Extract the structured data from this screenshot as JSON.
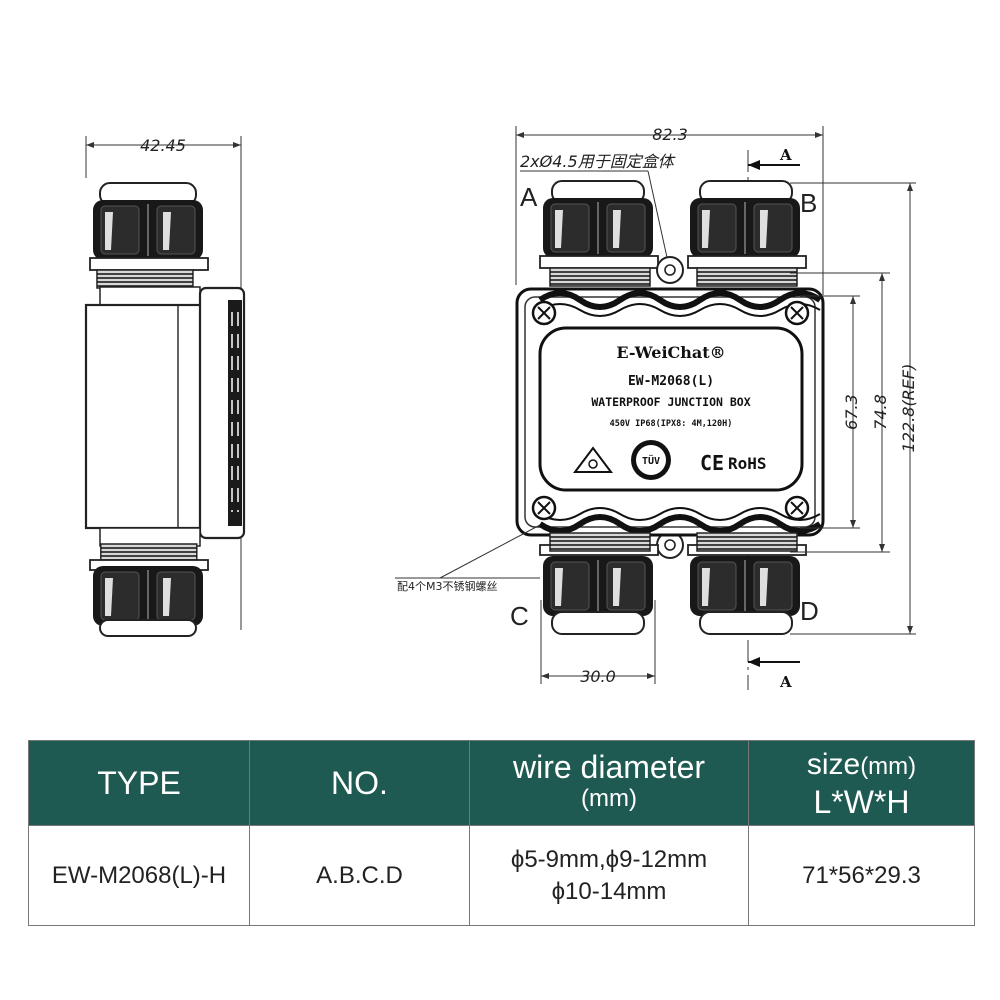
{
  "drawing": {
    "side_view": {
      "width_dim": "42.45"
    },
    "front_view": {
      "dims": {
        "overall_width": "82.3",
        "gland_width": "30.0",
        "body_height": "67.3",
        "outer_height": "74.8",
        "total_height": "122.8(REF)"
      },
      "hole_callout": "2xØ4.5用于固定盒体",
      "screw_callout": "配4个M3不锈钢螺丝",
      "port_labels": [
        "A",
        "B",
        "C",
        "D"
      ],
      "section_marks": [
        "A",
        "A"
      ],
      "label_plate": {
        "brand": "E-WeiChat®",
        "model": "EW-M2068(L)",
        "product": "WATERPROOF JUNCTION BOX",
        "rating": "450V  IP68(IPX8: 4M,120H)",
        "cert_marks": [
          "TÜV",
          "CE",
          "RoHS"
        ]
      }
    }
  },
  "table": {
    "headers": {
      "type": "TYPE",
      "no": "NO.",
      "wire_line1": "wire diameter",
      "wire_line2": "(mm)",
      "size_main": "size",
      "size_unit": "(mm)",
      "size_line2": "L*W*H"
    },
    "row": {
      "type": "EW-M2068(L)-H",
      "no": "A.B.C.D",
      "wire_line1": "ϕ5-9mm,ϕ9-12mm",
      "wire_line2": "ϕ10-14mm",
      "size": "71*56*29.3"
    },
    "colors": {
      "header_bg": "#1f5a52",
      "header_text": "#ffffff"
    }
  }
}
